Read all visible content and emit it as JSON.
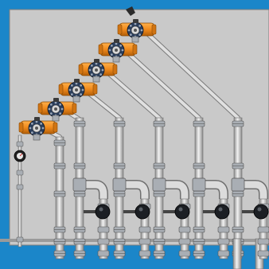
{
  "diagram": {
    "kind": "piping-manifold-3d-render",
    "colors": {
      "background": "#1b86c9",
      "panel": "#c9c9c9",
      "panel_edge": "#8a8a8a",
      "actuator": "#f08a1c",
      "actuator_dark": "#b35f08",
      "valve_body": "#2a3d5a",
      "pipe": "#d6d6d6",
      "pipe_dark": "#8c8c8c",
      "fitting": "#a9aeb4",
      "check_valve": "#1c1f24"
    },
    "actuated_valve_count": 6,
    "riser_count": 6,
    "check_valve_count": 5
  }
}
